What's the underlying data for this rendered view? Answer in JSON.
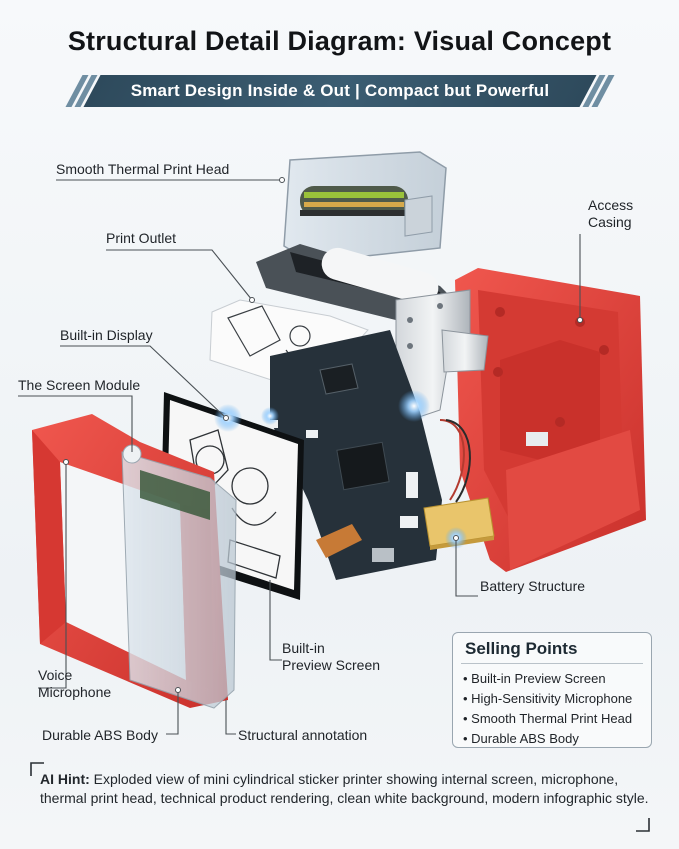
{
  "title": "Structural Detail Diagram: Visual Concept",
  "banner": "Smart Design Inside & Out | Compact but Powerful",
  "callouts": {
    "print_head": "Smooth Thermal Print Head",
    "access_casing_1": "Access",
    "access_casing_2": "Casing",
    "print_outlet": "Print Outlet",
    "builtin_display": "Built-in Display",
    "screen_module": "The Screen Module",
    "battery": "Battery Structure",
    "preview_screen_1": "Built-in",
    "preview_screen_2": "Preview Screen",
    "voice_mic_1": "Voice",
    "voice_mic_2": "Microphone",
    "abs_body": "Durable ABS Body",
    "structural_annotation": "Structural annotation"
  },
  "selling_points": {
    "title": "Selling Points",
    "items": [
      "• Built-in Preview Screen",
      "• High-Sensitivity Microphone",
      "• Smooth Thermal Print Head",
      "• Durable ABS Body"
    ]
  },
  "hint": {
    "label": "AI Hint:",
    "text": " Exploded view of mini cylindrical sticker printer showing internal screen, microphone, thermal print head, technical product rendering, clean white background, modern infographic style."
  },
  "colors": {
    "casing_red": "#e0413a",
    "banner_navy": "#34546a",
    "pcb": "#26313a"
  }
}
